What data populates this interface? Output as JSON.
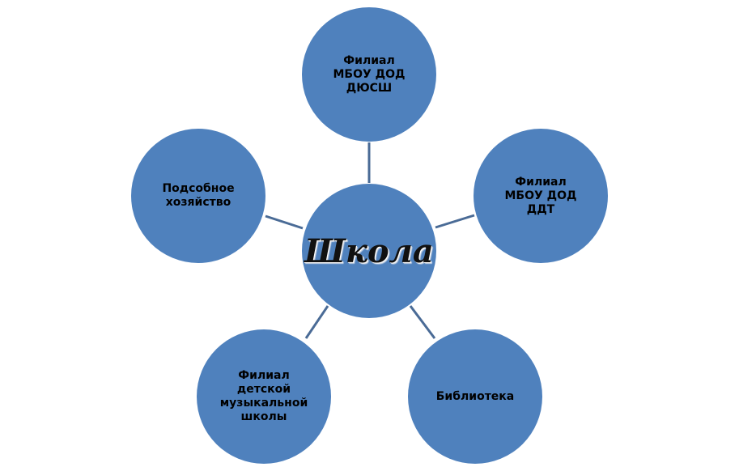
{
  "diagram": {
    "center": {
      "label": "Школа"
    },
    "nodes": [
      {
        "id": "dyussh",
        "label": "Филиал\nМБОУ ДОД\nДЮСШ"
      },
      {
        "id": "ddt",
        "label": "Филиал\nМБОУ ДОД\nДДТ"
      },
      {
        "id": "library",
        "label": "Библиотека"
      },
      {
        "id": "music",
        "label": "Филиал\nдетской\nмузыкальной\nшколы"
      },
      {
        "id": "farm",
        "label": "Подсобное\nхозяйство"
      }
    ],
    "colors": {
      "node_fill": "#4f81bd",
      "connector": "#4a6b96"
    }
  }
}
